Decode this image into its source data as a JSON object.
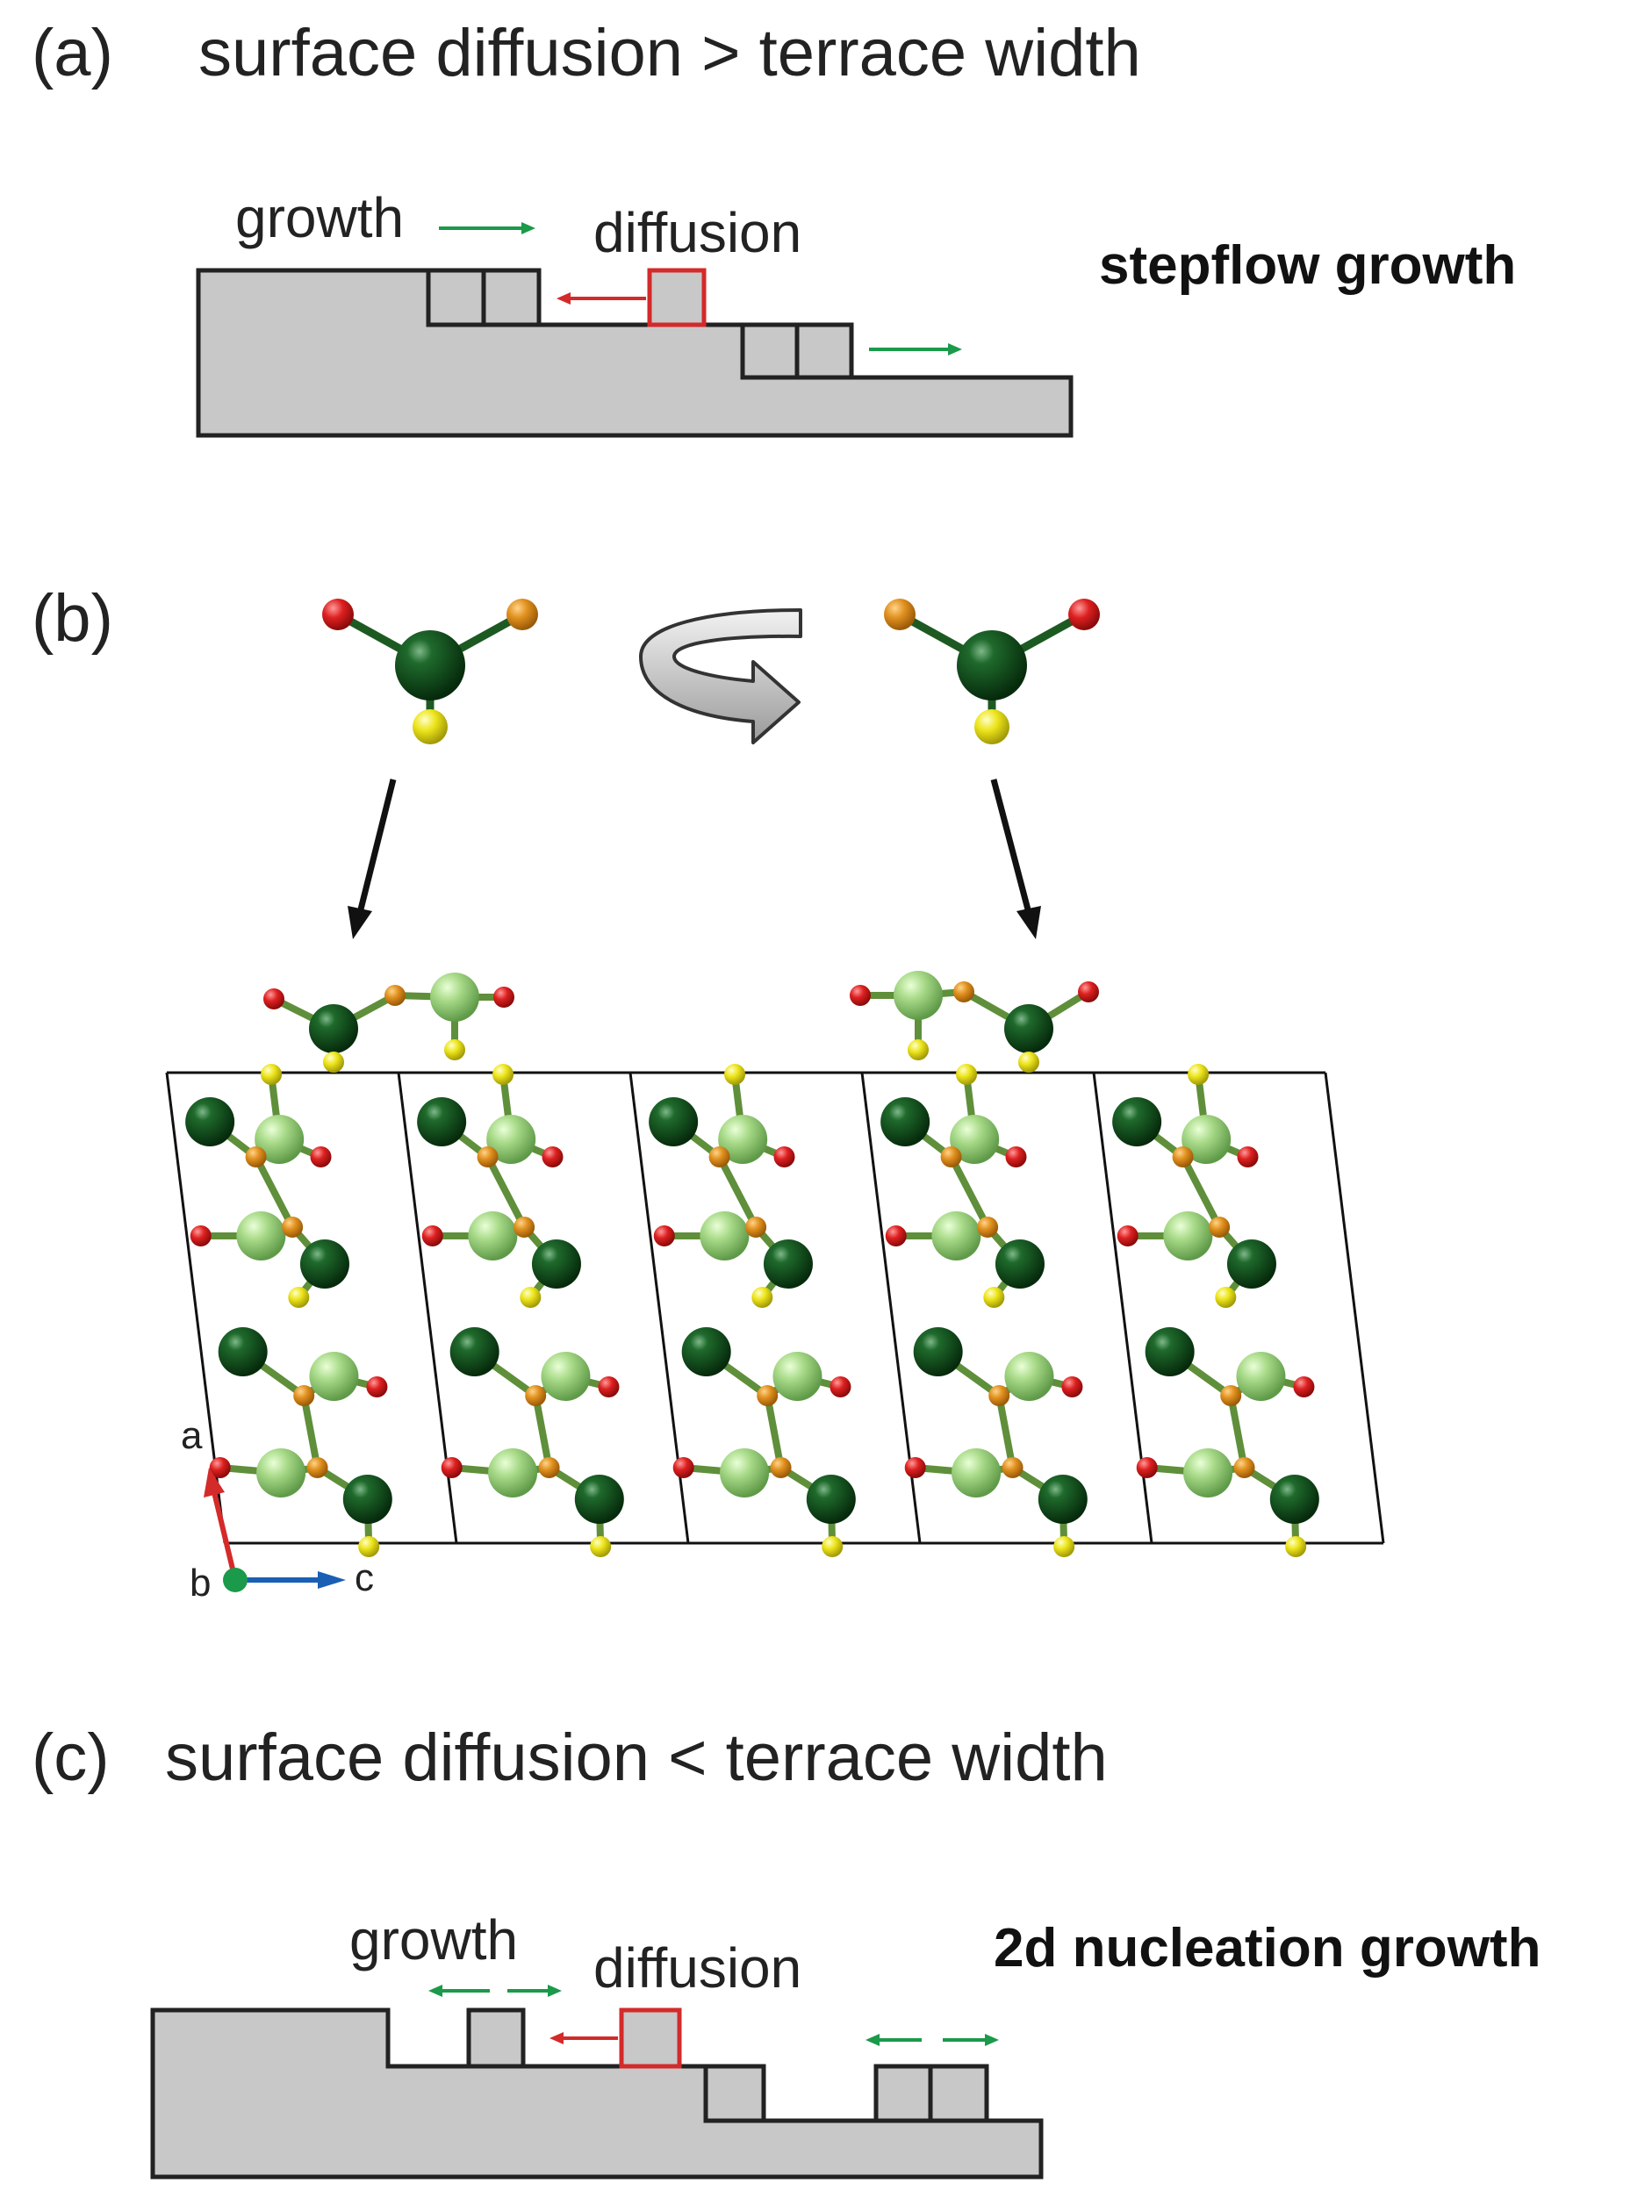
{
  "panel_a": {
    "tag": "(a)",
    "title": "surface diffusion > terrace width",
    "growth_label": "growth",
    "diffusion_label": "diffusion",
    "mode_label": "stepflow growth"
  },
  "panel_b": {
    "tag": "(b)",
    "axes": {
      "a": "a",
      "b": "b",
      "c": "c"
    }
  },
  "panel_c": {
    "tag": "(c)",
    "title": "surface diffusion < terrace width",
    "growth_label": "growth",
    "diffusion_label": "diffusion",
    "mode_label": "2d nucleation growth"
  },
  "colors": {
    "surface_fill": "#c8c8c8",
    "outline": "#222222",
    "growth_arrow": "#1a9a4a",
    "diffusion_arrow": "#d42a2a",
    "atom_dark_green": "#0f4a1a",
    "atom_light_green": "#9ad07a",
    "atom_orange": "#d98a1e",
    "atom_red": "#d81e1e",
    "atom_yellow": "#e8e21a",
    "axis_a": "#d42a2a",
    "axis_b": "#1a9a4a",
    "axis_c": "#1a5fb4"
  }
}
